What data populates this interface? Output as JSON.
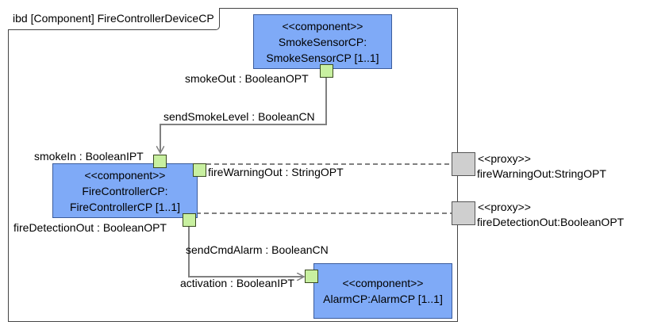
{
  "diagram": {
    "frame_title": "ibd [Component] FireControllerDeviceCP",
    "blocks": {
      "smoke_sensor": {
        "stereotype": "<<component>>",
        "line1": "SmokeSensorCP:",
        "line2": "SmokeSensorCP [1..1]"
      },
      "fire_controller": {
        "stereotype": "<<component>>",
        "line1": "FireControllerCP:",
        "line2": "FireControllerCP [1..1]"
      },
      "alarm": {
        "stereotype": "<<component>>",
        "line1": "AlarmCP:AlarmCP [1..1]"
      }
    },
    "ports": {
      "smoke_out": "smokeOut : BooleanOPT",
      "smoke_in": "smokeIn : BooleanIPT",
      "fire_warning_out": "fireWarningOut : StringOPT",
      "fire_detection_out": "fireDetectionOut : BooleanOPT",
      "activation": "activation : BooleanIPT"
    },
    "connectors": {
      "send_smoke_level": "sendSmokeLevel : BooleanCN",
      "send_cmd_alarm": "sendCmdAlarm : BooleanCN"
    },
    "proxies": {
      "fire_warning": {
        "stereotype": "<<proxy>>",
        "name": "fireWarningOut:StringOPT"
      },
      "fire_detection": {
        "stereotype": "<<proxy>>",
        "name": "fireDetectionOut:BooleanOPT"
      }
    },
    "colors": {
      "block_fill": "#7faaf7",
      "port_fill": "#c8f0a0",
      "proxy_fill": "#cfcfcf",
      "wire": "#808080"
    }
  }
}
